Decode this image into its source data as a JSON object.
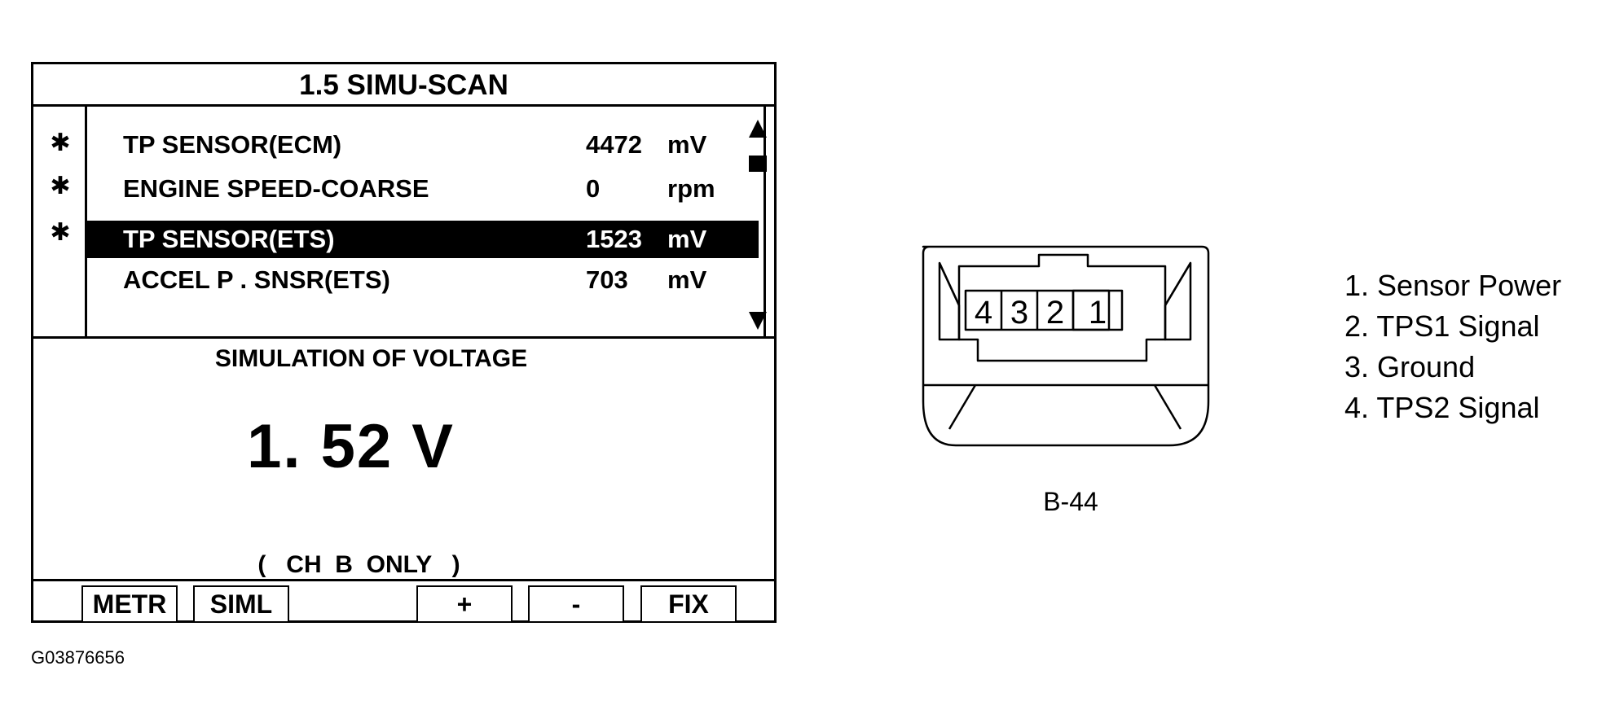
{
  "scanner": {
    "title": "1.5  SIMU-SCAN",
    "marker_glyph": "✱",
    "rows": [
      {
        "marked": true,
        "name": "TP SENSOR(ECM)",
        "value": "4472",
        "unit": "mV",
        "selected": false
      },
      {
        "marked": true,
        "name": "ENGINE SPEED-COARSE",
        "value": "0",
        "unit": "rpm",
        "selected": false
      },
      {
        "marked": true,
        "name": "TP SENSOR(ETS)",
        "value": "1523",
        "unit": "mV",
        "selected": true
      },
      {
        "marked": false,
        "name": "ACCEL  P . SNSR(ETS)",
        "value": "703",
        "unit": "mV",
        "selected": false
      }
    ],
    "simulation_label": "SIMULATION OF VOLTAGE",
    "simulation_value": "1. 52  V",
    "channel_note": "(   CH  B  ONLY   )",
    "softkeys": {
      "metr": "METR",
      "siml": "SIML",
      "plus": "+",
      "minus": "-",
      "fix": "FIX"
    }
  },
  "connector": {
    "label": "B-44",
    "pin_numbers": [
      "4",
      "3",
      "2",
      "1"
    ],
    "pins": [
      "1. Sensor Power",
      "2. TPS1 Signal",
      "3. Ground",
      "4. TPS2 Signal"
    ]
  },
  "figure_id": "G03876656",
  "colors": {
    "ink": "#000000",
    "paper": "#ffffff"
  }
}
